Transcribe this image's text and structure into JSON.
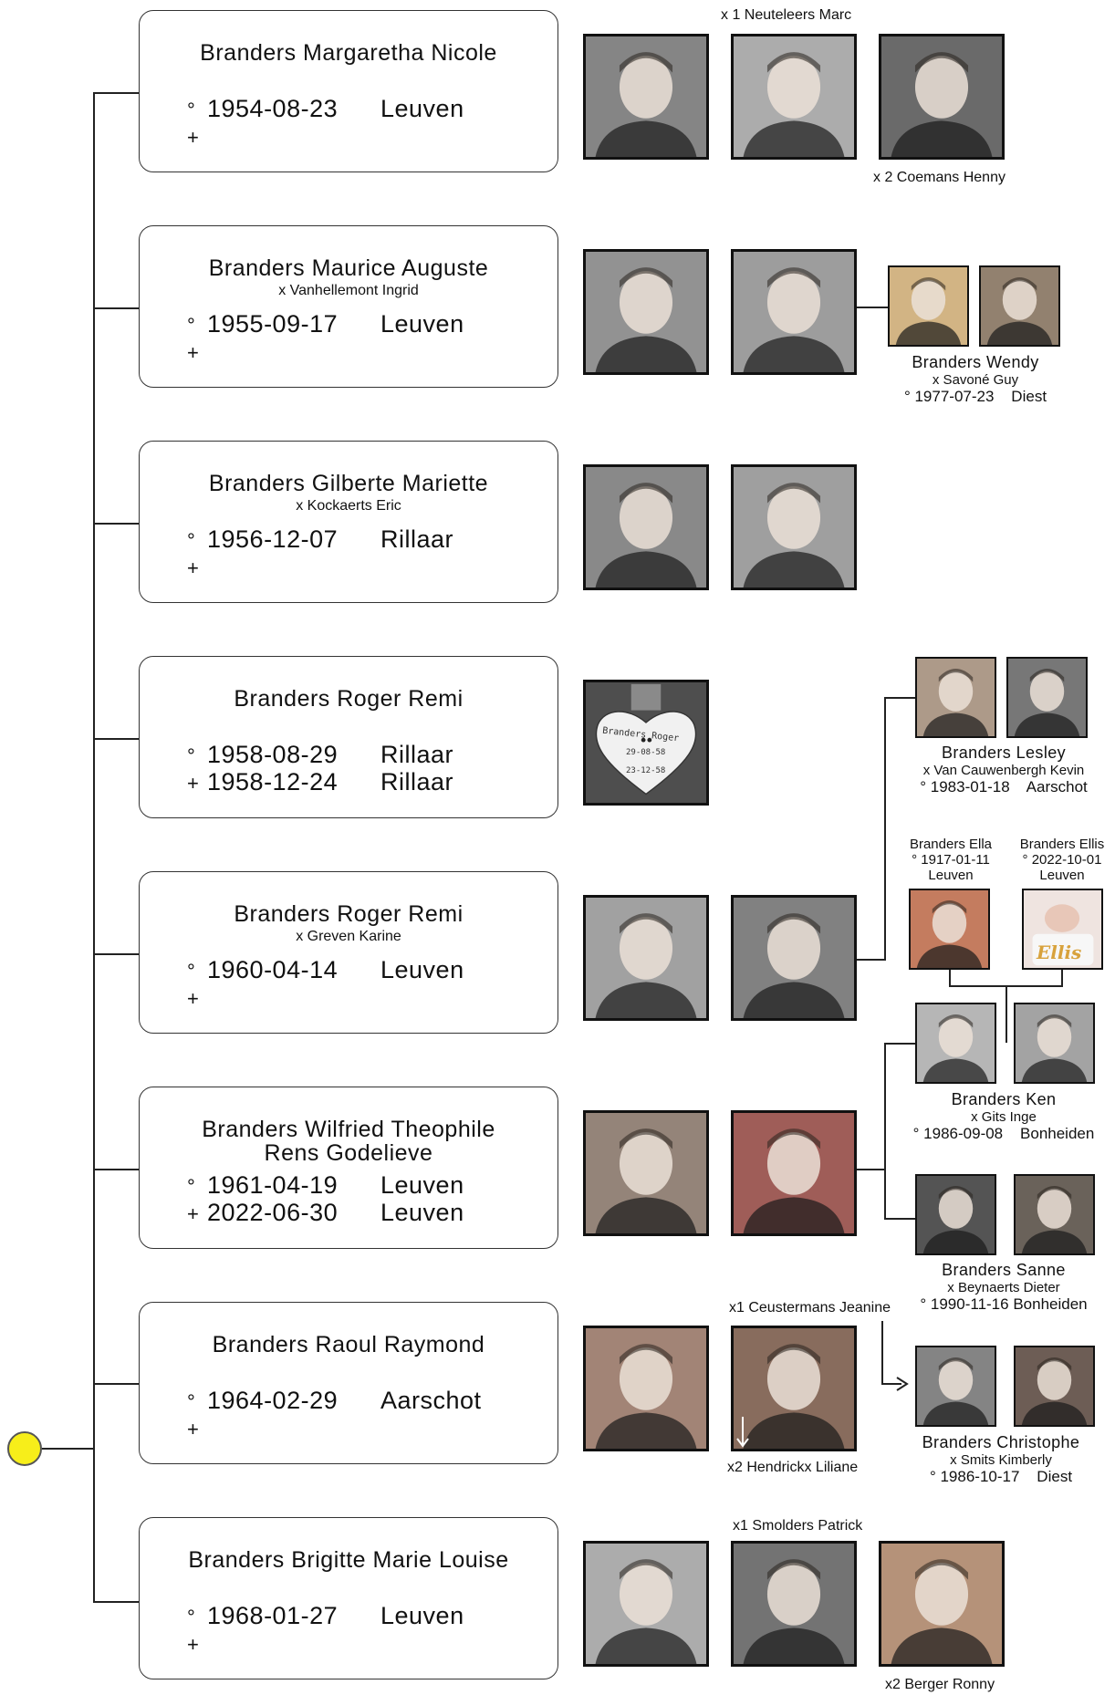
{
  "colors": {
    "root_dot": "#f7ee1a",
    "line": "#222222",
    "card_border": "#333333"
  },
  "people": [
    {
      "name": "Branders Margaretha Nicole",
      "spouse": "",
      "birth_symbol": "°",
      "birth_date": "1954-08-23",
      "birth_place": "Leuven",
      "death_symbol": "+",
      "death_date": "",
      "death_place": ""
    },
    {
      "name": "Branders Maurice Auguste",
      "spouse": "x Vanhellemont Ingrid",
      "birth_symbol": "°",
      "birth_date": "1955-09-17",
      "birth_place": "Leuven",
      "death_symbol": "+",
      "death_date": "",
      "death_place": ""
    },
    {
      "name": "Branders Gilberte Mariette",
      "spouse": "x Kockaerts Eric",
      "birth_symbol": "°",
      "birth_date": "1956-12-07",
      "birth_place": "Rillaar",
      "death_symbol": "+",
      "death_date": "",
      "death_place": ""
    },
    {
      "name": "Branders Roger Remi",
      "spouse": "",
      "birth_symbol": "°",
      "birth_date": "1958-08-29",
      "birth_place": "Rillaar",
      "death_symbol": "+",
      "death_date": "1958-12-24",
      "death_place": "Rillaar"
    },
    {
      "name": "Branders Roger Remi",
      "spouse": "x Greven Karine",
      "birth_symbol": "°",
      "birth_date": "1960-04-14",
      "birth_place": "Leuven",
      "death_symbol": "+",
      "death_date": "",
      "death_place": ""
    },
    {
      "name": "Branders Wilfried Theophile",
      "spouse": "Rens Godelieve",
      "birth_symbol": "°",
      "birth_date": "1961-04-19",
      "birth_place": "Leuven",
      "death_symbol": "+",
      "death_date": "2022-06-30",
      "death_place": "Leuven"
    },
    {
      "name": "Branders Raoul Raymond",
      "spouse": "",
      "birth_symbol": "°",
      "birth_date": "1964-02-29",
      "birth_place": "Aarschot",
      "death_symbol": "+",
      "death_date": "",
      "death_place": ""
    },
    {
      "name": "Branders Brigitte Marie Louise",
      "spouse": "",
      "birth_symbol": "°",
      "birth_date": "1968-01-27",
      "birth_place": "Leuven",
      "death_symbol": "+",
      "death_date": "",
      "death_place": ""
    }
  ],
  "captions": {
    "margaretha_partner1": "x 1 Neuteleers Marc",
    "margaretha_partner2": "x 2 Coemans Henny",
    "raoul_partner1": "x1 Ceustermans Jeanine",
    "raoul_partner2": "x2 Hendrickx Liliane",
    "brigitte_partner1": "x1 Smolders Patrick",
    "brigitte_partner2": "x2 Berger Ronny"
  },
  "grave_marker": {
    "name": "Branders Roger",
    "date1": "29-08-58",
    "date2": "23-12-58"
  },
  "ellis_text": "Ellis",
  "children": {
    "wendy": {
      "name": "Branders Wendy",
      "spouse": "x Savoné Guy",
      "birth": "° 1977-07-23    Diest"
    },
    "lesley": {
      "name": "Branders Lesley",
      "spouse": "x Van Cauwenbergh Kevin",
      "birth": "° 1983-01-18    Aarschot"
    },
    "ella": {
      "name": "Branders Ella",
      "birth": "° 1917-01-11",
      "place": "Leuven"
    },
    "ellis": {
      "name": "Branders Ellis",
      "birth": "° 2022-10-01",
      "place": "Leuven"
    },
    "ken": {
      "name": "Branders Ken",
      "spouse": "x Gits Inge",
      "birth": "° 1986-09-08    Bonheiden"
    },
    "sanne": {
      "name": "Branders Sanne",
      "spouse": "x Beynaerts Dieter",
      "birth": "° 1990-11-16 Bonheiden"
    },
    "christophe": {
      "name": "Branders Christophe",
      "spouse": "x Smits Kimberly",
      "birth": "° 1986-10-17    Diest"
    }
  }
}
